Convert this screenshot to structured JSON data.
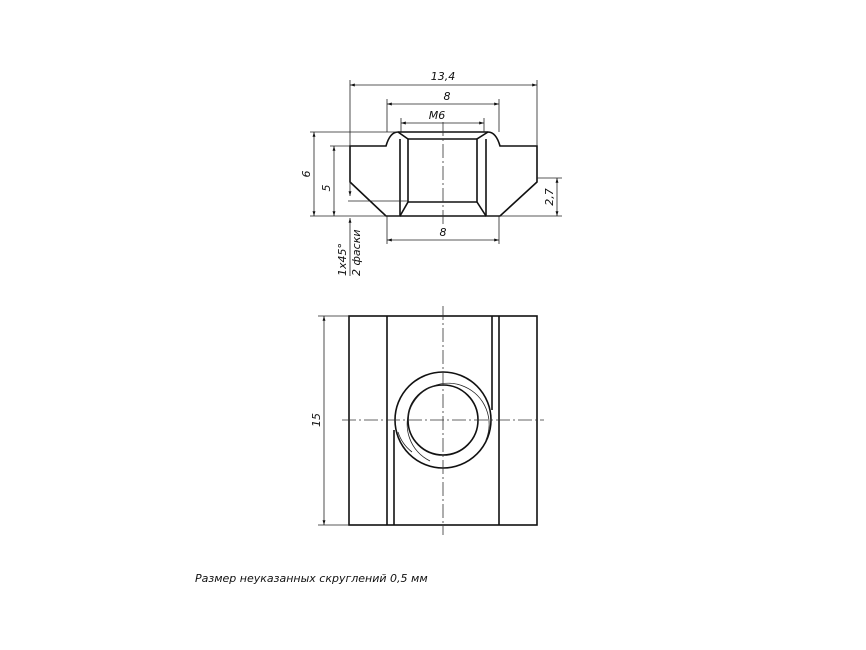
{
  "dimensions": {
    "overall_width": "13,4",
    "top_width": "8",
    "thread": "M6",
    "bottom_width": "8",
    "total_height": "6",
    "body_height": "5",
    "bevel_height": "2,7",
    "chamfer": "1x45°",
    "chamfer_count": "2 фаски",
    "length": "15"
  },
  "note": "Размер неуказанных скруглений 0,5 мм"
}
